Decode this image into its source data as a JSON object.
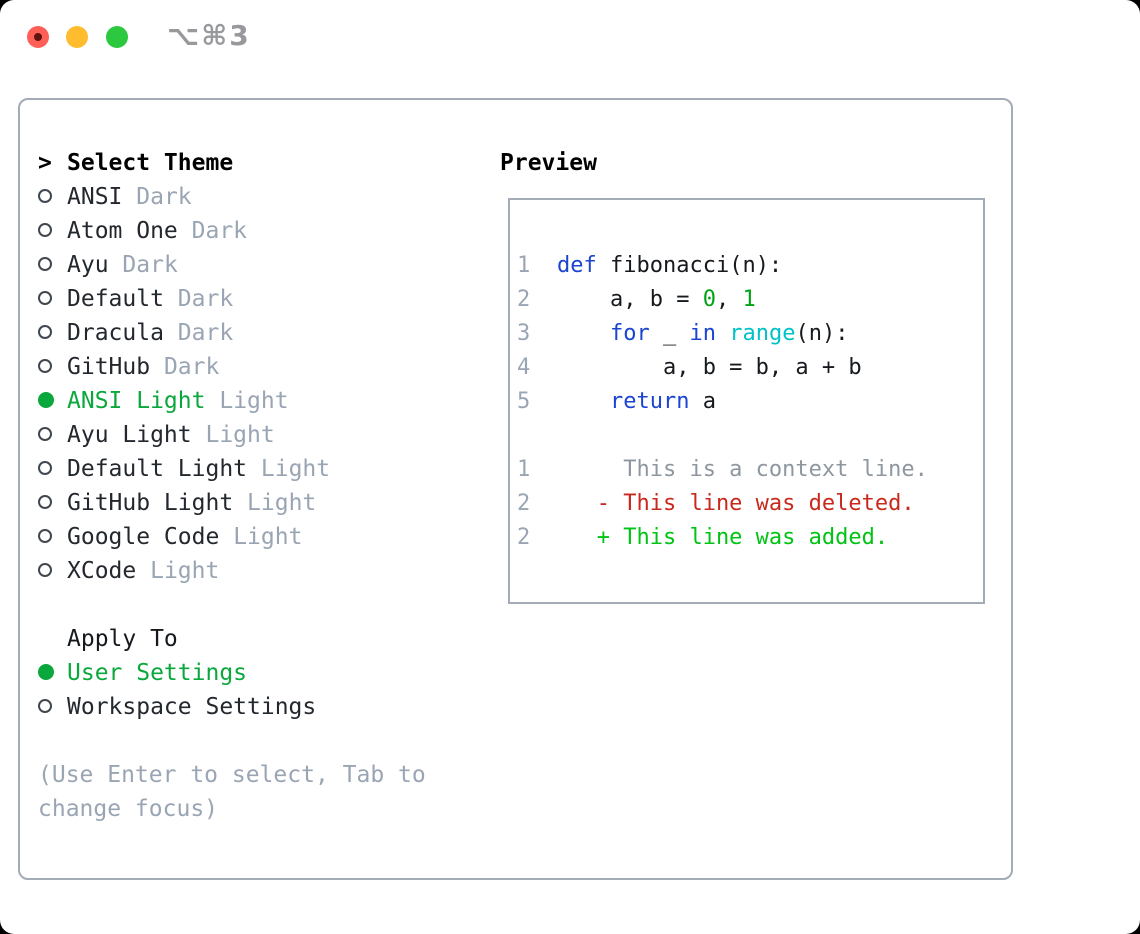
{
  "titlebar": {
    "shortcut": "⌥⌘3"
  },
  "theme_panel": {
    "prompt": ">",
    "title": "Select Theme",
    "themes": [
      {
        "name": "ANSI",
        "tag": "Dark",
        "selected": false
      },
      {
        "name": "Atom One",
        "tag": "Dark",
        "selected": false
      },
      {
        "name": "Ayu",
        "tag": "Dark",
        "selected": false
      },
      {
        "name": "Default",
        "tag": "Dark",
        "selected": false
      },
      {
        "name": "Dracula",
        "tag": "Dark",
        "selected": false
      },
      {
        "name": "GitHub",
        "tag": "Dark",
        "selected": false
      },
      {
        "name": "ANSI Light",
        "tag": "Light",
        "selected": true
      },
      {
        "name": "Ayu Light",
        "tag": "Light",
        "selected": false
      },
      {
        "name": "Default Light",
        "tag": "Light",
        "selected": false
      },
      {
        "name": "GitHub Light",
        "tag": "Light",
        "selected": false
      },
      {
        "name": "Google Code",
        "tag": "Light",
        "selected": false
      },
      {
        "name": "XCode",
        "tag": "Light",
        "selected": false
      }
    ],
    "apply_to": {
      "title": "Apply To",
      "options": [
        {
          "name": "User Settings",
          "selected": true
        },
        {
          "name": "Workspace Settings",
          "selected": false
        }
      ]
    },
    "help_lines": [
      "(Use Enter to select, Tab to",
      "change focus)"
    ]
  },
  "preview_panel": {
    "title": "Preview",
    "lines": [
      {
        "num": "1",
        "kind": "code",
        "segments": [
          {
            "text": "def",
            "style": "keyword"
          },
          {
            "text": " fibonacci(n):",
            "style": "plain"
          }
        ]
      },
      {
        "num": "2",
        "kind": "code",
        "segments": [
          {
            "text": "    a, b = ",
            "style": "plain"
          },
          {
            "text": "0",
            "style": "number"
          },
          {
            "text": ", ",
            "style": "plain"
          },
          {
            "text": "1",
            "style": "number"
          }
        ]
      },
      {
        "num": "3",
        "kind": "code",
        "segments": [
          {
            "text": "    ",
            "style": "plain"
          },
          {
            "text": "for",
            "style": "keyword"
          },
          {
            "text": " _ ",
            "style": "plain"
          },
          {
            "text": "in",
            "style": "keyword"
          },
          {
            "text": " ",
            "style": "plain"
          },
          {
            "text": "range",
            "style": "builtin"
          },
          {
            "text": "(n):",
            "style": "plain"
          }
        ]
      },
      {
        "num": "4",
        "kind": "code",
        "segments": [
          {
            "text": "        a, b = b, a + b",
            "style": "plain"
          }
        ]
      },
      {
        "num": "5",
        "kind": "code",
        "segments": [
          {
            "text": "    ",
            "style": "plain"
          },
          {
            "text": "return",
            "style": "keyword"
          },
          {
            "text": " a",
            "style": "plain"
          }
        ]
      },
      {
        "num": "",
        "kind": "blank",
        "segments": []
      },
      {
        "num": "1",
        "kind": "context",
        "segments": [
          {
            "text": "     This is a context line.",
            "style": "context"
          }
        ]
      },
      {
        "num": "2",
        "kind": "deleted",
        "segments": [
          {
            "text": "   - This line was deleted.",
            "style": "deleted"
          }
        ]
      },
      {
        "num": "2",
        "kind": "added",
        "segments": [
          {
            "text": "   + This line was added.",
            "style": "added"
          }
        ]
      }
    ]
  },
  "colors": {
    "selected_green": "#0aa83c",
    "added_green": "#00c414",
    "deleted_red": "#c9291c",
    "keyword_blue": "#1b44d0",
    "builtin_cyan": "#00c2c7",
    "number_green": "#00a316",
    "muted_gray": "#9aa5b4",
    "context_gray": "#8e979f",
    "border_gray": "#a3abb6",
    "traffic_red": "#ff5f57",
    "traffic_yellow": "#febc2e",
    "traffic_green": "#2bc840"
  }
}
